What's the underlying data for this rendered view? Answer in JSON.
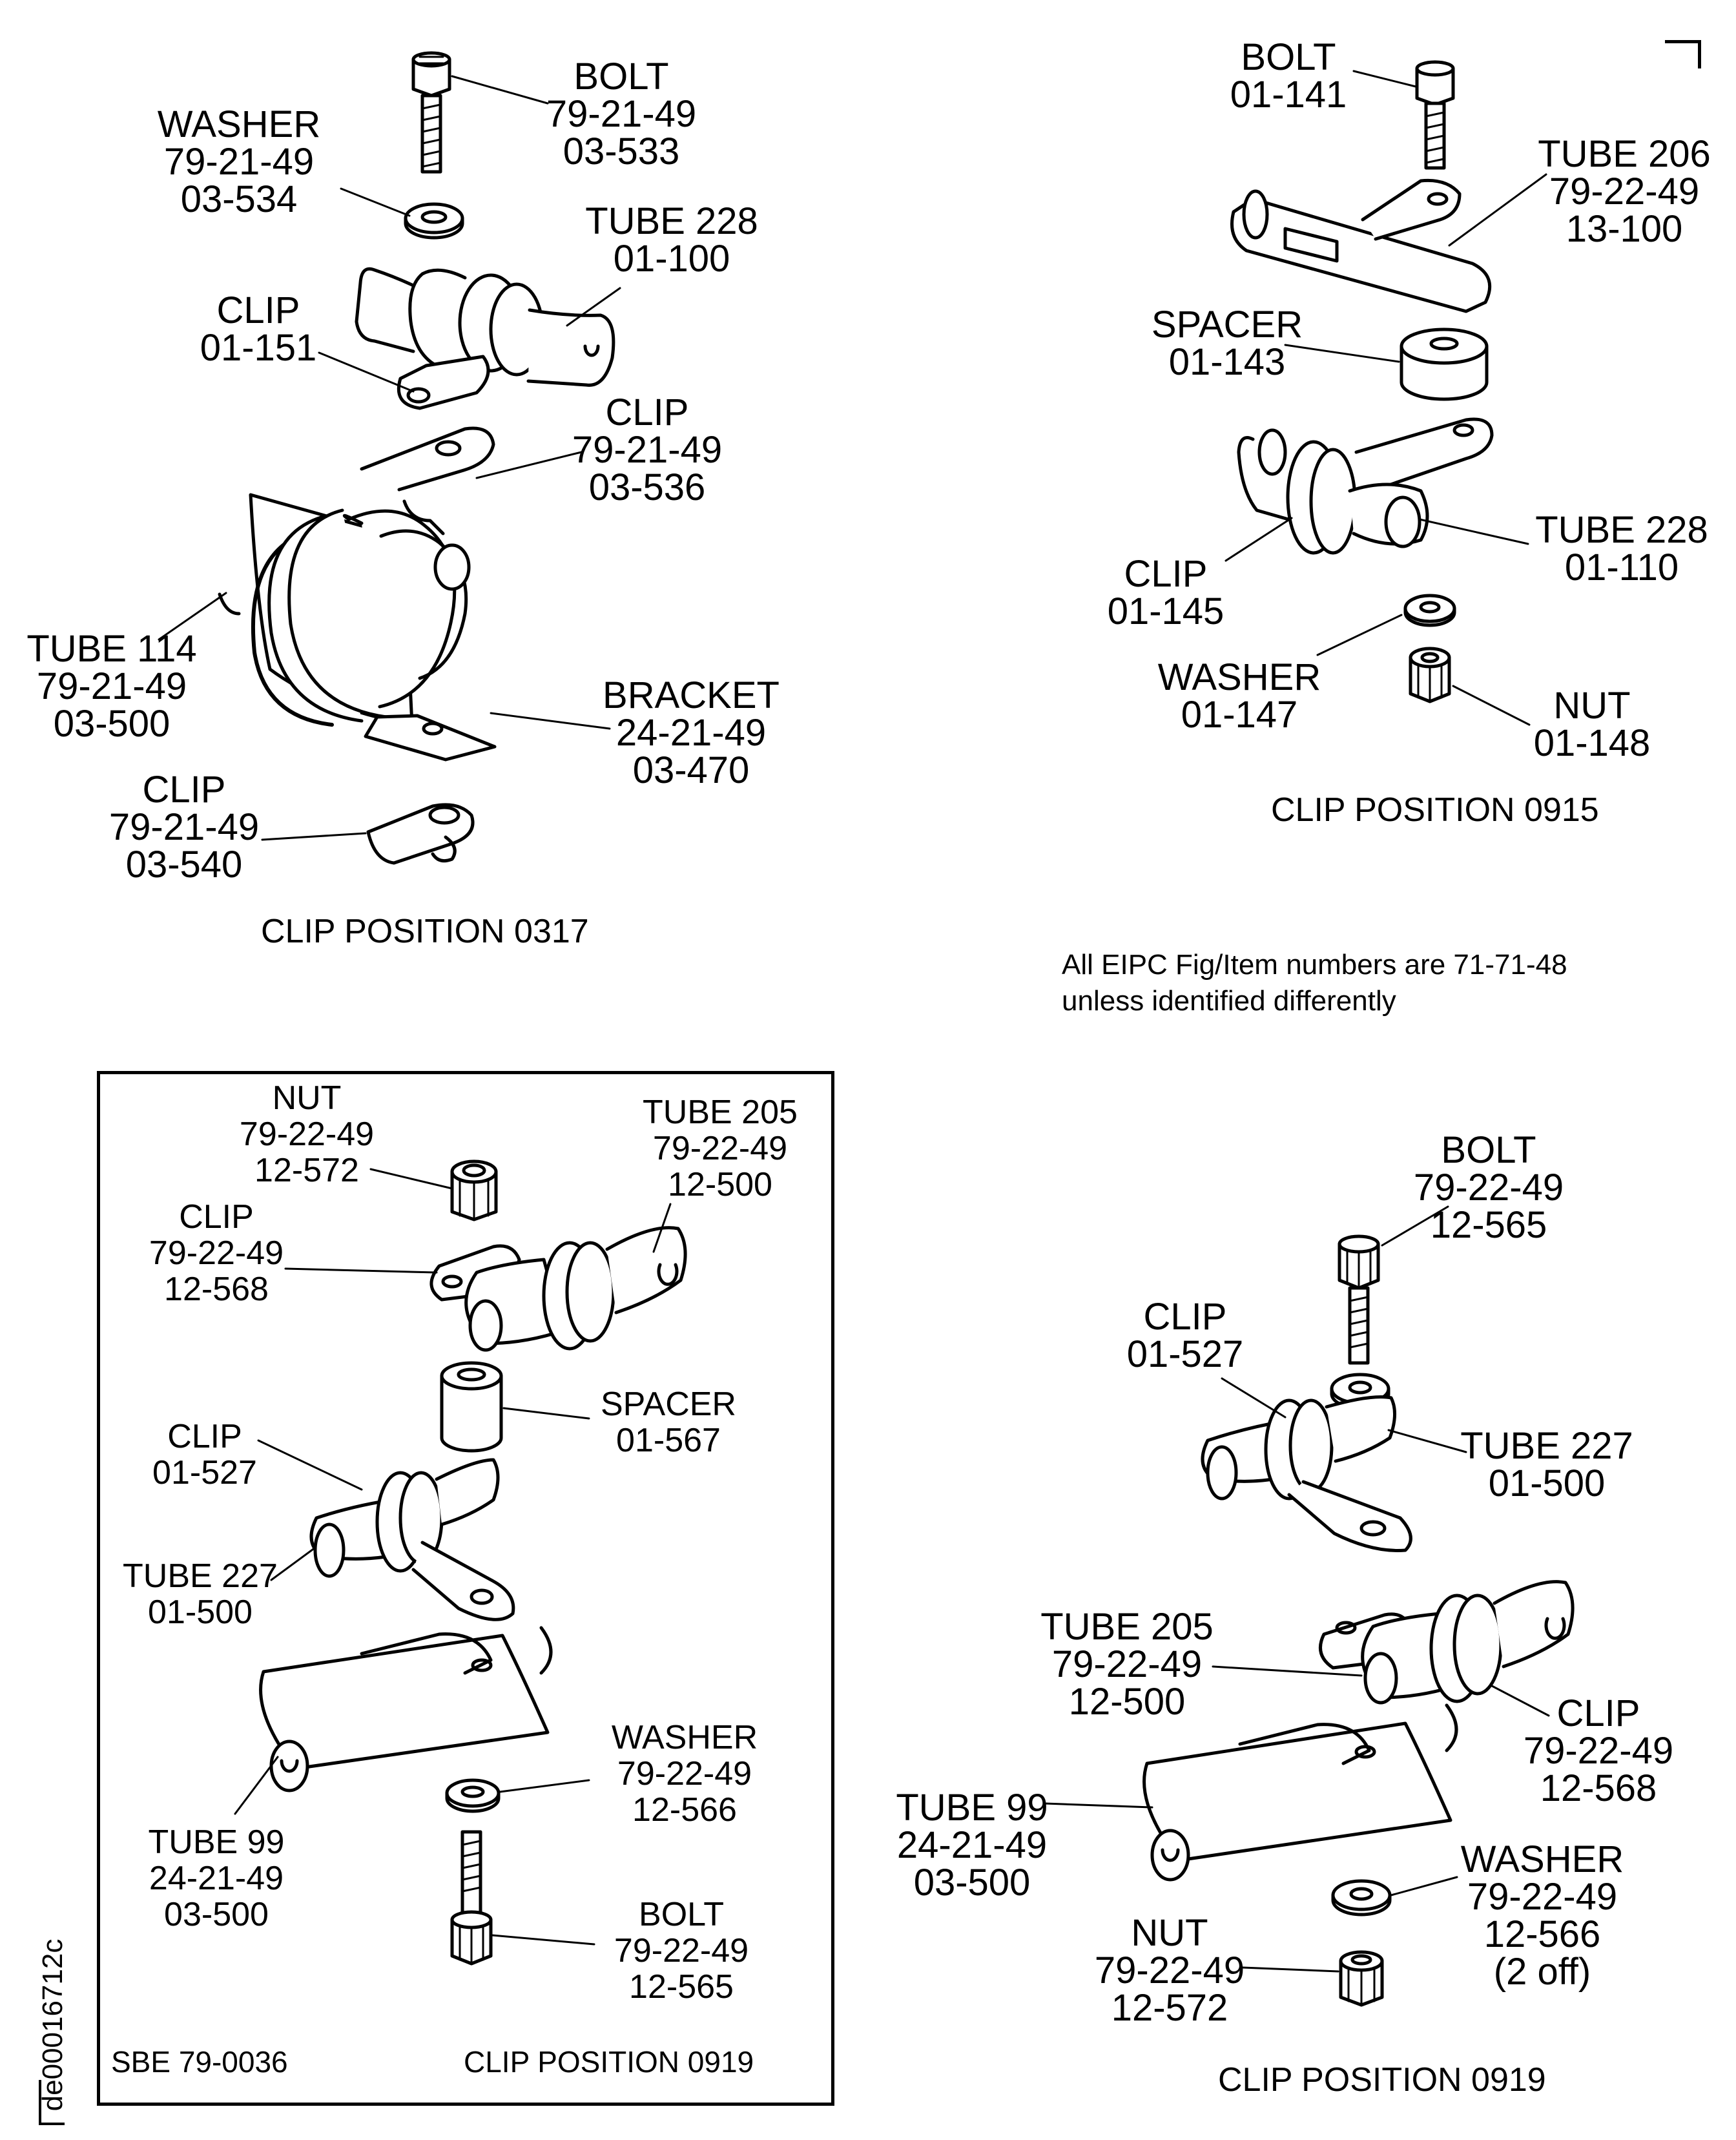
{
  "note": {
    "line1": "All EIPC Fig/Item numbers are 71-71-48",
    "line2": "unless identified differently"
  },
  "doc_id": "de00016712c",
  "pos_0317": {
    "caption": "CLIP POSITION 0317",
    "bolt": [
      "BOLT",
      "79-21-49",
      "03-533"
    ],
    "washer": [
      "WASHER",
      "79-21-49",
      "03-534"
    ],
    "tube228": [
      "TUBE 228",
      "01-100"
    ],
    "clip151": [
      "CLIP",
      "01-151"
    ],
    "clip536": [
      "CLIP",
      "79-21-49",
      "03-536"
    ],
    "tube114": [
      "TUBE 114",
      "79-21-49",
      "03-500"
    ],
    "bracket": [
      "BRACKET",
      "24-21-49",
      "03-470"
    ],
    "clip540": [
      "CLIP",
      "79-21-49",
      "03-540"
    ]
  },
  "pos_0915": {
    "caption": "CLIP POSITION 0915",
    "bolt": [
      "BOLT",
      "01-141"
    ],
    "tube206": [
      "TUBE 206",
      "79-22-49",
      "13-100"
    ],
    "spacer": [
      "SPACER",
      "01-143"
    ],
    "tube228": [
      "TUBE 228",
      "01-110"
    ],
    "clip145": [
      "CLIP",
      "01-145"
    ],
    "washer": [
      "WASHER",
      "01-147"
    ],
    "nut": [
      "NUT",
      "01-148"
    ]
  },
  "pos_0919_sbe": {
    "sbe": "SBE 79-0036",
    "caption": "CLIP POSITION 0919",
    "nut": [
      "NUT",
      "79-22-49",
      "12-572"
    ],
    "tube205": [
      "TUBE 205",
      "79-22-49",
      "12-500"
    ],
    "clip568": [
      "CLIP",
      "79-22-49",
      "12-568"
    ],
    "spacer": [
      "SPACER",
      "01-567"
    ],
    "clip527": [
      "CLIP",
      "01-527"
    ],
    "tube227": [
      "TUBE 227",
      "01-500"
    ],
    "washer": [
      "WASHER",
      "79-22-49",
      "12-566"
    ],
    "tube99": [
      "TUBE 99",
      "24-21-49",
      "03-500"
    ],
    "bolt": [
      "BOLT",
      "79-22-49",
      "12-565"
    ]
  },
  "pos_0919": {
    "caption": "CLIP POSITION 0919",
    "bolt": [
      "BOLT",
      "79-22-49",
      "12-565"
    ],
    "clip527": [
      "CLIP",
      "01-527"
    ],
    "tube227": [
      "TUBE 227",
      "01-500"
    ],
    "tube205": [
      "TUBE 205",
      "79-22-49",
      "12-500"
    ],
    "clip568": [
      "CLIP",
      "79-22-49",
      "12-568"
    ],
    "tube99": [
      "TUBE 99",
      "24-21-49",
      "03-500"
    ],
    "washer": [
      "WASHER",
      "79-22-49",
      "12-566",
      "(2 off)"
    ],
    "nut": [
      "NUT",
      "79-22-49",
      "12-572"
    ]
  }
}
